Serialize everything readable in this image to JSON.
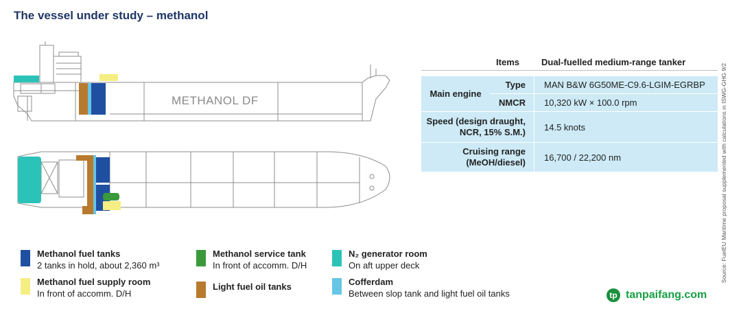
{
  "title": "The vessel under study – methanol",
  "hull_label": "METHANOL DF",
  "table": {
    "header_items": "Items",
    "header_value": "Dual-fuelled medium-range tanker",
    "main_engine_label": "Main engine",
    "type_label": "Type",
    "type_value": "MAN B&W 6G50ME-C9.6-LGIM-EGRBP",
    "nmcr_label": "NMCR",
    "nmcr_value": "10,320 kW × 100.0 rpm",
    "speed_label_1": "Speed (design draught,",
    "speed_label_2": "NCR, 15% S.M.)",
    "speed_value": "14.5 knots",
    "range_label_1": "Cruising range",
    "range_label_2": "(MeOH/diesel)",
    "range_value": "16,700 / 22,200 nm"
  },
  "source": "Source: FuelEU Maritime proposal supplemented with calculations in ISWG-GHG 9/2",
  "colors": {
    "fuel_tank": "#1f4fa0",
    "supply_room": "#f5ee82",
    "service_tank": "#3a9a3a",
    "light_fuel": "#b87a2e",
    "n2_room": "#2bc3b8",
    "cofferdam": "#67c5e6",
    "table_bg": "#cdeaf6"
  },
  "legend": [
    {
      "title": "Methanol fuel tanks",
      "desc": "2 tanks in hold, about 2,360 m³"
    },
    {
      "title": "Methanol fuel supply room",
      "desc": "In front of accomm. D/H"
    },
    {
      "title": "Methanol service tank",
      "desc": "In front of accomm. D/H"
    },
    {
      "title": "Light fuel oil tanks",
      "desc": ""
    },
    {
      "title": "N₂ generator room",
      "desc": "On aft upper deck"
    },
    {
      "title": "Cofferdam",
      "desc": "Between slop tank and light fuel oil tanks"
    }
  ],
  "watermark": "tanpaifang.com",
  "watermark_logo": "tp"
}
